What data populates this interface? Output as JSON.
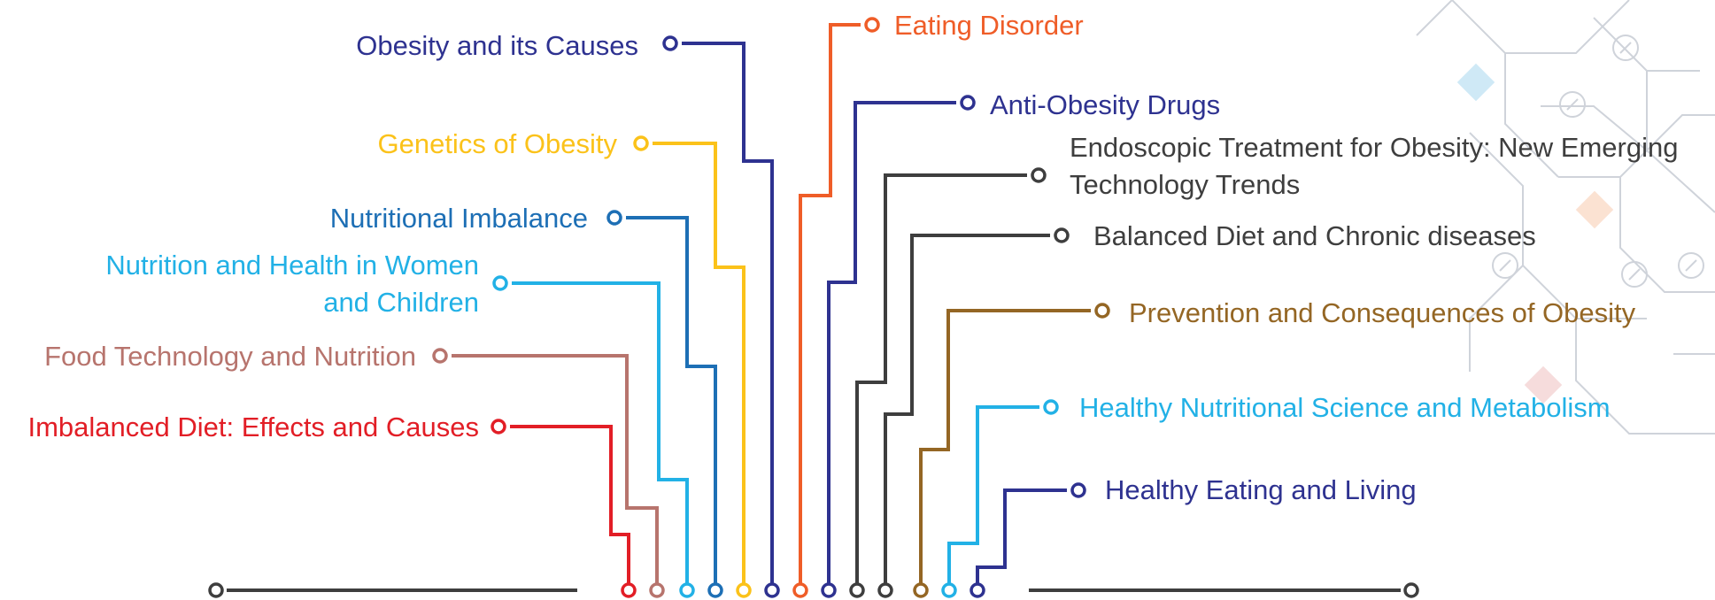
{
  "topics": [
    {
      "id": "imbalanced-diet",
      "lines": [
        "Imbalanced Diet: Effects and Causes"
      ],
      "color": "#e21e26",
      "side": "left"
    },
    {
      "id": "food-technology",
      "lines": [
        "Food Technology and Nutrition"
      ],
      "color": "#b7746d",
      "side": "left"
    },
    {
      "id": "nutrition-women-children",
      "lines": [
        "Nutrition and Health in Women",
        "and Children"
      ],
      "color": "#22b1e6",
      "side": "left"
    },
    {
      "id": "nutritional-imbalance",
      "lines": [
        "Nutritional Imbalance"
      ],
      "color": "#1d6fb5",
      "side": "left"
    },
    {
      "id": "genetics-of-obesity",
      "lines": [
        "Genetics of Obesity"
      ],
      "color": "#fbc21a",
      "side": "left"
    },
    {
      "id": "obesity-and-causes",
      "lines": [
        "Obesity and its Causes"
      ],
      "color": "#2e3290",
      "side": "left"
    },
    {
      "id": "eating-disorder",
      "lines": [
        "Eating Disorder"
      ],
      "color": "#ef5d28",
      "side": "right"
    },
    {
      "id": "anti-obesity-drugs",
      "lines": [
        "Anti-Obesity Drugs"
      ],
      "color": "#2e3290",
      "side": "right"
    },
    {
      "id": "endoscopic-treatment",
      "lines": [
        "Endoscopic Treatment for Obesity: New Emerging",
        "Technology Trends"
      ],
      "color": "#3e3e3e",
      "side": "right"
    },
    {
      "id": "balanced-diet",
      "lines": [
        "Balanced Diet and Chronic diseases"
      ],
      "color": "#3e3e3e",
      "side": "right"
    },
    {
      "id": "prevention-consequences",
      "lines": [
        "Prevention and Consequences of Obesity"
      ],
      "color": "#946624",
      "side": "right"
    },
    {
      "id": "healthy-nutritional-science",
      "lines": [
        "Healthy Nutritional Science and Metabolism"
      ],
      "color": "#22b1e6",
      "side": "right"
    },
    {
      "id": "healthy-eating",
      "lines": [
        "Healthy Eating and Living"
      ],
      "color": "#2e3290",
      "side": "right"
    }
  ],
  "baseline": {
    "color": "#3e3e3e"
  },
  "decoration": {
    "color": "#cfd3da",
    "accent_colors": [
      "#cfe9f6",
      "#fbe2d2",
      "#f6dcdc"
    ]
  }
}
